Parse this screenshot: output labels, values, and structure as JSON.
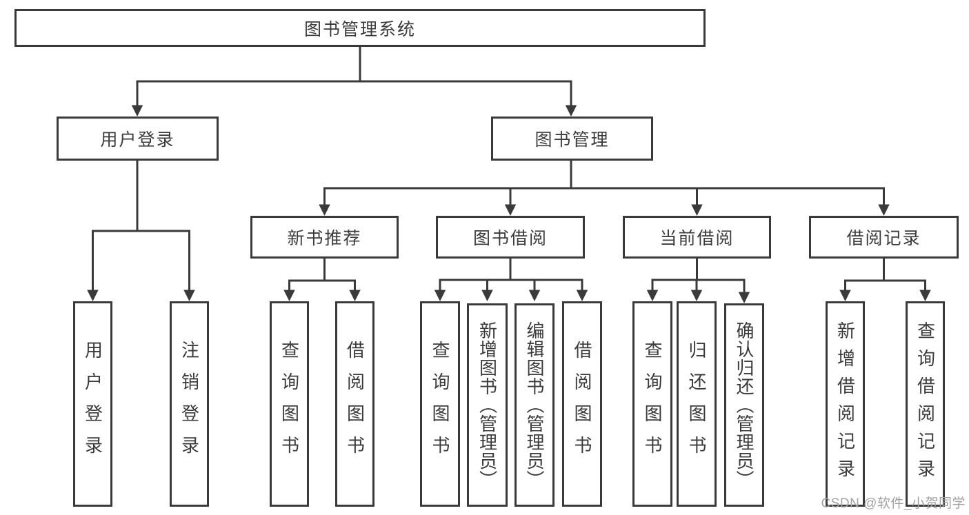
{
  "diagram": {
    "root": "图书管理系统",
    "level2": {
      "user_login": "用户登录",
      "book_management": "图书管理"
    },
    "level3": {
      "new_book_recommend": "新书推荐",
      "book_borrow": "图书借阅",
      "current_borrow": "当前借阅",
      "borrow_records": "借阅记录"
    },
    "leaves": {
      "user_login_login": "用户登录",
      "user_login_logout": "注销登录",
      "rec_query_books": "查询图书",
      "rec_borrow_books": "借阅图书",
      "borrow_query_books": "查询图书",
      "borrow_add_books": "新增图书（管理员）",
      "borrow_edit_books": "编辑图书（管理员）",
      "borrow_borrow_books": "借阅图书",
      "current_query_books": "查询图书",
      "current_return_books": "归还图书",
      "current_confirm_return": "确认归还（管理员）",
      "records_add_record": "新增借阅记录",
      "records_query_record": "查询借阅记录"
    }
  },
  "watermark": "CSDN @软件_小贺同学",
  "colors": {
    "line": "#3a3a3a",
    "text": "#3b3b3b",
    "watermark": "#a2a2a2"
  }
}
